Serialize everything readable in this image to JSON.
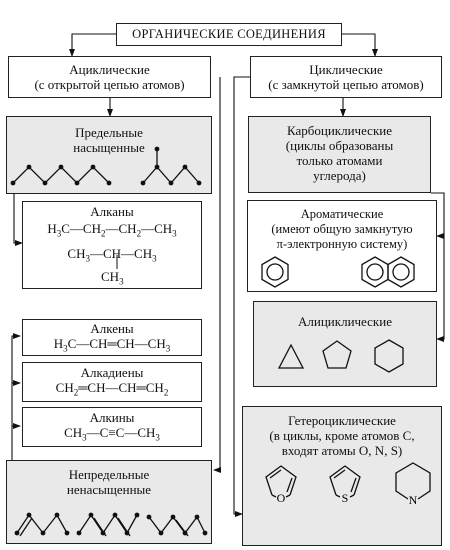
{
  "title": "ОРГАНИЧЕСКИЕ СОЕДИНЕНИЯ",
  "acyclic": {
    "line1": "Ациклические",
    "line2": "(с открытой цепью атомов)"
  },
  "cyclic": {
    "line1": "Циклические",
    "line2": "(с замкнутой цепью атомов)"
  },
  "saturated": {
    "line1": "Предельные",
    "line2": "насыщенные"
  },
  "alkanes": {
    "name": "Алканы",
    "row1": [
      "H",
      "3",
      "C—CH",
      "2",
      "—CH",
      "2",
      "—CH",
      "3"
    ],
    "row2": [
      "CH",
      "3",
      "—CH—CH",
      "3"
    ],
    "row3": [
      "CH",
      "3"
    ]
  },
  "alkenes": {
    "name": "Алкены",
    "formula": [
      "H",
      "3",
      "C—CH═CH—CH",
      "3"
    ]
  },
  "alkadienes": {
    "name": "Алкадиены",
    "formula": [
      "CH",
      "2",
      "═CH—CH═CH",
      "2"
    ]
  },
  "alkynes": {
    "name": "Алкины",
    "formula": [
      "CH",
      "3",
      "—C≡C—CH",
      "3"
    ]
  },
  "unsaturated": {
    "line1": "Непредельные",
    "line2": "ненасыщенные"
  },
  "carbocyclic": {
    "line1": "Карбоциклические",
    "line2": "(циклы образованы",
    "line3": "только атомами",
    "line4": "углерода)"
  },
  "aromatic": {
    "line1": "Ароматические",
    "line2": "(имеют общую замкнутую",
    "line3": "π-электронную систему)"
  },
  "alicyclic": {
    "name": "Алициклические"
  },
  "heterocyclic": {
    "line1": "Гетероциклические",
    "line2": "(в циклы, кроме атомов С,",
    "line3": "входят атомы O, N, S)",
    "atom_o": "O",
    "atom_s": "S",
    "atom_n": "N"
  }
}
